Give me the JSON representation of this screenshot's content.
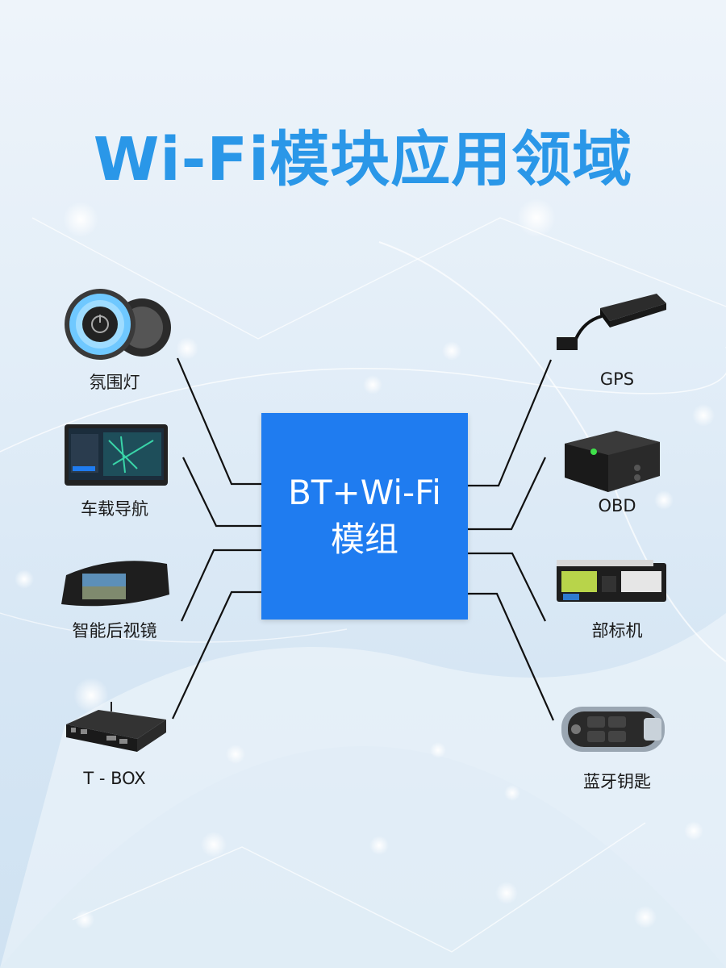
{
  "title": "Wi-Fi模块应用领域",
  "module": {
    "line1": "BT+Wi-Fi",
    "line2": "模组"
  },
  "left_items": [
    {
      "label": "氛围灯",
      "icon": "ambient-light-icon"
    },
    {
      "label": "车载导航",
      "icon": "car-navigation-icon"
    },
    {
      "label": "智能后视镜",
      "icon": "smart-mirror-icon"
    },
    {
      "label": "T - BOX",
      "icon": "tbox-icon"
    }
  ],
  "right_items": [
    {
      "label": "GPS",
      "icon": "gps-tracker-icon"
    },
    {
      "label": "OBD",
      "icon": "obd-device-icon"
    },
    {
      "label": "部标机",
      "icon": "standard-terminal-icon"
    },
    {
      "label": "蓝牙钥匙",
      "icon": "bluetooth-key-icon"
    }
  ],
  "colors": {
    "title": "#2a97e8",
    "module": "#1f7cf0",
    "wire": "#111111"
  }
}
